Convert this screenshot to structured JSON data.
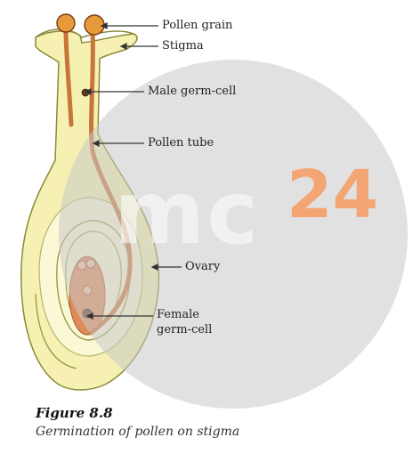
{
  "labels": {
    "pollen_grain": "Pollen grain",
    "stigma": "Stigma",
    "male_germ_cell": "Male germ-cell",
    "pollen_tube": "Pollen tube",
    "ovary": "Ovary",
    "female_germ_cell_line1": "Female",
    "female_germ_cell_line2": "germ-cell"
  },
  "figure": {
    "title": "Figure 8.8",
    "caption": "Germination of pollen on stigma"
  },
  "watermark": {
    "text": "mc",
    "number": "24",
    "circle_color": "#c9c9c9",
    "accent_color": "#f59a60"
  },
  "colors": {
    "pistil_fill": "#f6f1b2",
    "pistil_outline": "#8a8a3a",
    "pollen_tube": "#c9743a",
    "ovule_fill": "#e08a5a"
  }
}
